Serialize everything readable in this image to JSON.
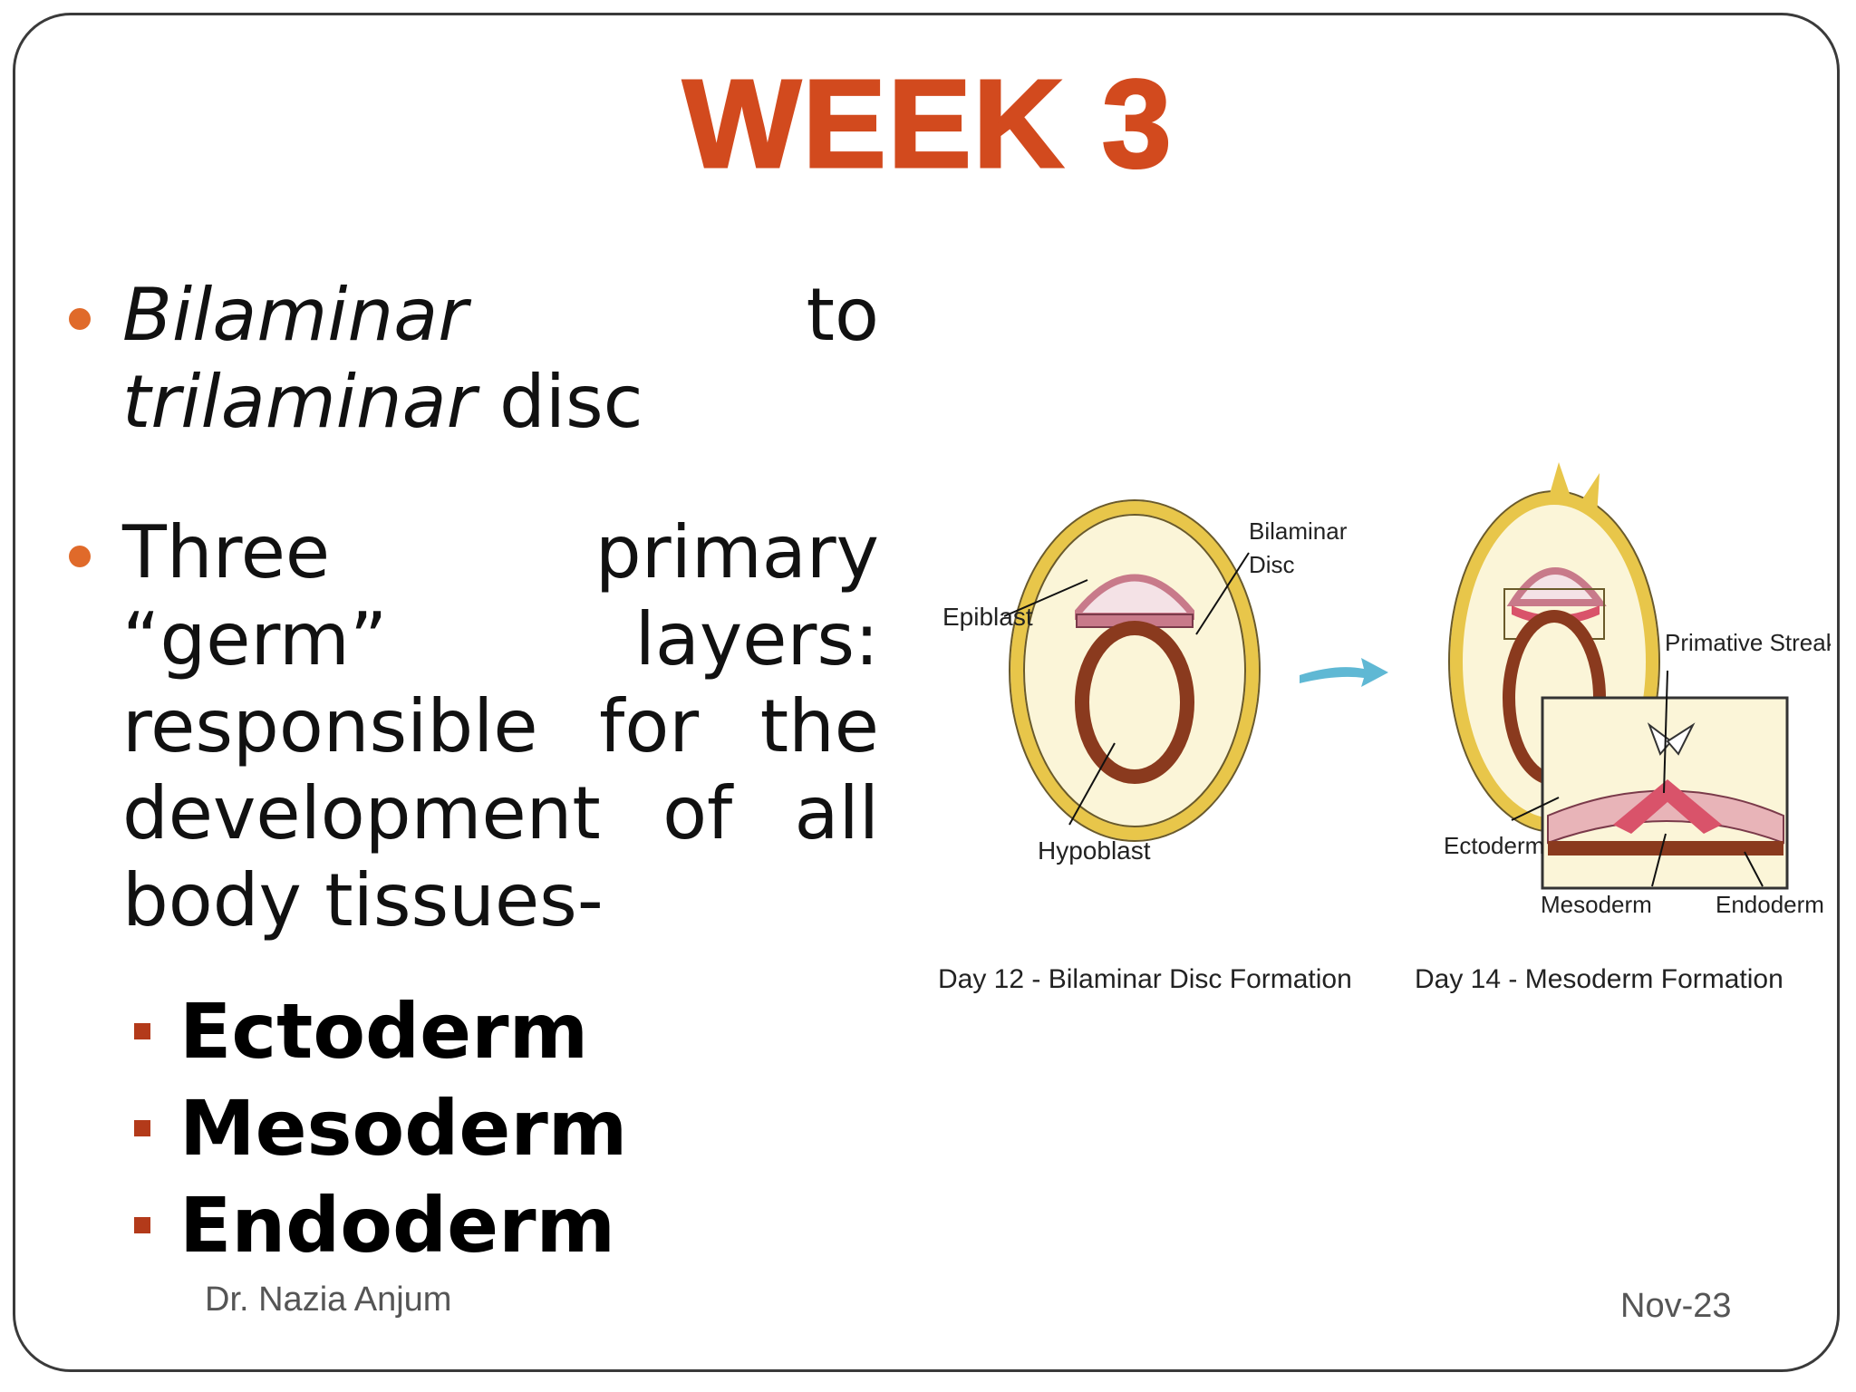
{
  "slide": {
    "title": "WEEK 3",
    "bullets": [
      {
        "italic_part1": "Bilaminar",
        "mid": " to ",
        "italic_part2": "trilaminar",
        "tail": " disc"
      },
      {
        "text": "Three primary “germ” layers: responsible for the development of all body tissues-"
      }
    ],
    "sub_items": [
      "Ectoderm",
      "Mesoderm",
      "Endoderm"
    ],
    "footer_author": "Dr. Nazia Anjum",
    "footer_date": "Nov-23"
  },
  "figure": {
    "left_labels": {
      "epiblast": "Epiblast",
      "bilaminar_line1": "Bilaminar",
      "bilaminar_line2": "Disc",
      "hypoblast": "Hypoblast",
      "caption": "Day 12 - Bilaminar Disc Formation"
    },
    "right_labels": {
      "primitive_streak": "Primative Streak",
      "ectoderm": "Ectoderm",
      "mesoderm": "Mesoderm",
      "endoderm": "Endoderm",
      "caption": "Day 14 - Mesoderm Formation"
    },
    "colors": {
      "outer_ring": "#e8c64a",
      "cavity_fill": "#fbf5d8",
      "yolk_sac": "#8a3a1e",
      "epiblast": "#c87a8a",
      "arrow": "#5fb8d4",
      "mesoderm": "#d9536a"
    }
  }
}
